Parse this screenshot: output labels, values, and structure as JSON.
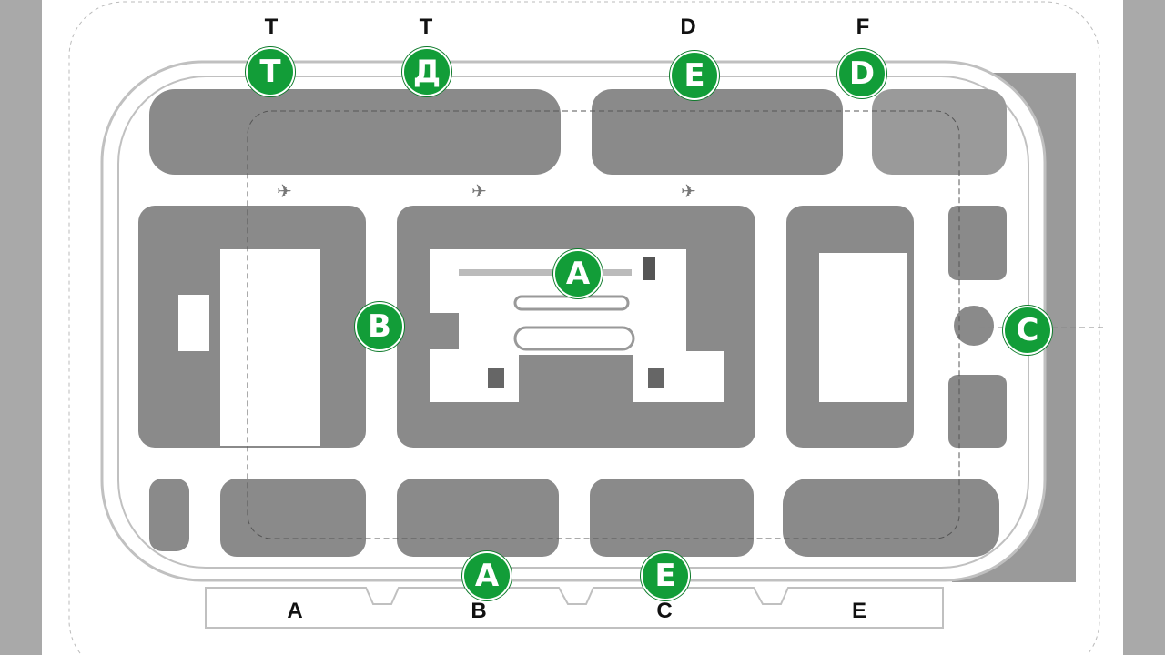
{
  "colors": {
    "side_band": "#a9a9a9",
    "block_fill": "#8a8a8a",
    "marker_fill": "#129d38",
    "road_outline": "#b9b9b9"
  },
  "top_letters": [
    "T",
    "T",
    "D",
    "F"
  ],
  "bottom_letters": [
    "A",
    "B",
    "C",
    "E"
  ],
  "markers": [
    "T",
    "Д",
    "E",
    "D",
    "A",
    "B",
    "C",
    "A",
    "E"
  ],
  "icons": [
    "airplane-icon",
    "airplane-icon",
    "airplane-icon",
    "shop-icon",
    "shop-icon",
    "pin-icon"
  ]
}
